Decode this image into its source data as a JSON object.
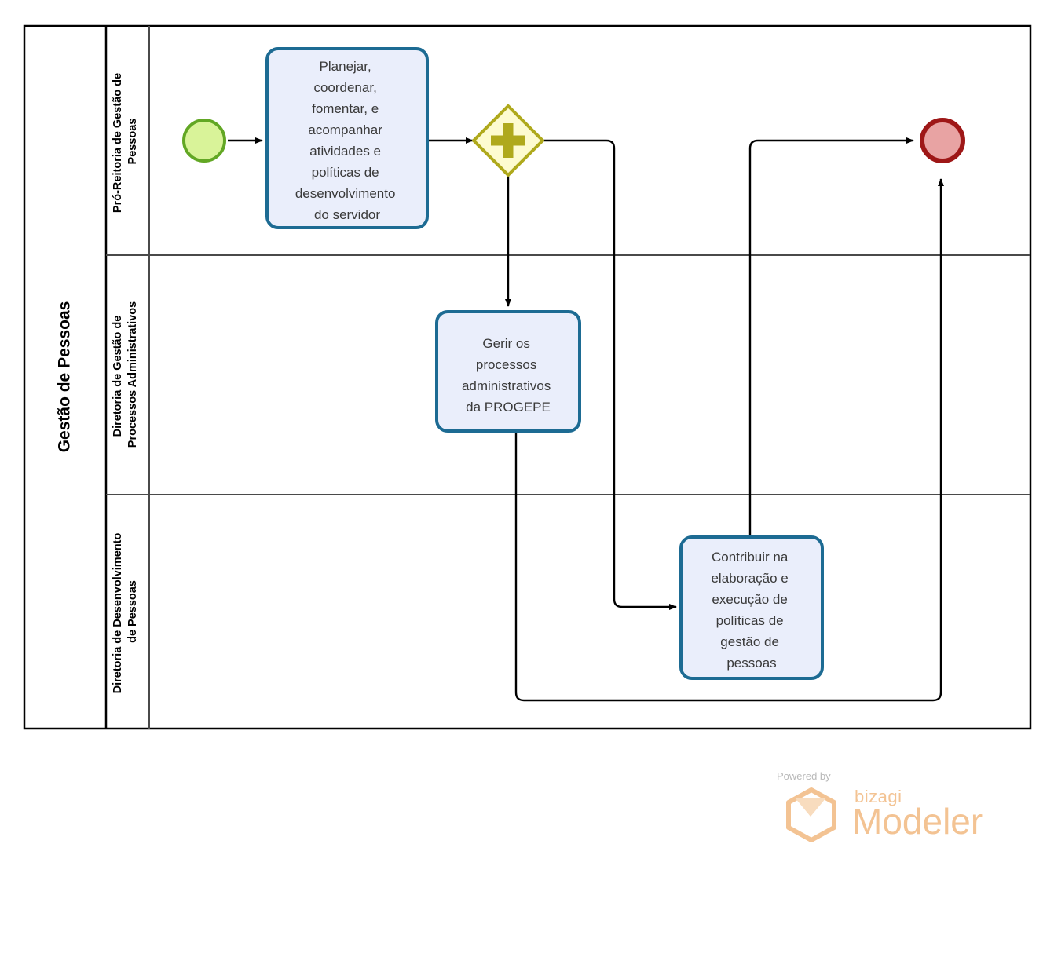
{
  "diagram": {
    "type": "bpmn-collaboration-diagram",
    "pool": {
      "name": "Gestão de Pessoas",
      "lanes": [
        {
          "id": "lane-1",
          "name": "Pró-Reitoria de Gestão de Pessoas"
        },
        {
          "id": "lane-2",
          "name": "Diretoria de Gestão de Processos Administrativos"
        },
        {
          "id": "lane-3",
          "name": "Diretoria de Desenvolvimento de Pessoas"
        }
      ]
    },
    "events": [
      {
        "id": "start-event",
        "kind": "start-event",
        "label": "",
        "lane": "lane-1",
        "fill": "#d9f399",
        "stroke": "#62a724"
      },
      {
        "id": "end-event",
        "kind": "end-event",
        "label": "",
        "lane": "lane-1",
        "fill": "#e8a3a3",
        "stroke": "#9e1717"
      }
    ],
    "gateways": [
      {
        "id": "parallel-gateway",
        "kind": "parallel-gateway",
        "symbol": "+",
        "label": "",
        "lane": "lane-1",
        "fill": "#fdfbd0",
        "stroke": "#afa91c"
      }
    ],
    "tasks": [
      {
        "id": "task-planejar",
        "lane": "lane-1",
        "lines": [
          "Planejar,",
          "coordenar,",
          "fomentar, e",
          "acompanhar",
          "atividades e",
          "políticas de",
          "desenvolvimento",
          "do servidor"
        ],
        "text": "Planejar, coordenar, fomentar, e acompanhar atividades e políticas de desenvolvimento do servidor"
      },
      {
        "id": "task-gerir",
        "lane": "lane-2",
        "lines": [
          "Gerir os",
          "processos",
          "administrativos",
          "da PROGEPE"
        ],
        "text": "Gerir os processos administrativos da PROGEPE"
      },
      {
        "id": "task-contribuir",
        "lane": "lane-3",
        "lines": [
          "Contribuir na",
          "elaboração e",
          "execução de",
          "políticas de",
          "gestão de",
          "pessoas"
        ],
        "text": "Contribuir na elaboração e execução de políticas de gestão de pessoas"
      }
    ],
    "flows": [
      {
        "id": "flow-start-to-planejar",
        "from": "start-event",
        "to": "task-planejar"
      },
      {
        "id": "flow-planejar-to-gateway",
        "from": "task-planejar",
        "to": "parallel-gateway"
      },
      {
        "id": "flow-gateway-to-gerir",
        "from": "parallel-gateway",
        "to": "task-gerir"
      },
      {
        "id": "flow-gateway-to-contribuir",
        "from": "parallel-gateway",
        "to": "task-contribuir"
      },
      {
        "id": "flow-contribuir-to-end",
        "from": "task-contribuir",
        "to": "end-event"
      },
      {
        "id": "flow-gerir-to-end",
        "from": "task-gerir",
        "to": "end-event"
      }
    ],
    "colors": {
      "task_fill": "#eaeefb",
      "task_stroke": "#1d6b93",
      "task_text": "#3a3a3a",
      "pool_border": "#000000",
      "lane_border": "#4a4a4a",
      "connector": "#000000",
      "background": "#ffffff"
    }
  },
  "credit": {
    "powered_by": "Powered by",
    "brand": "bizagi",
    "product": "Modeler"
  }
}
